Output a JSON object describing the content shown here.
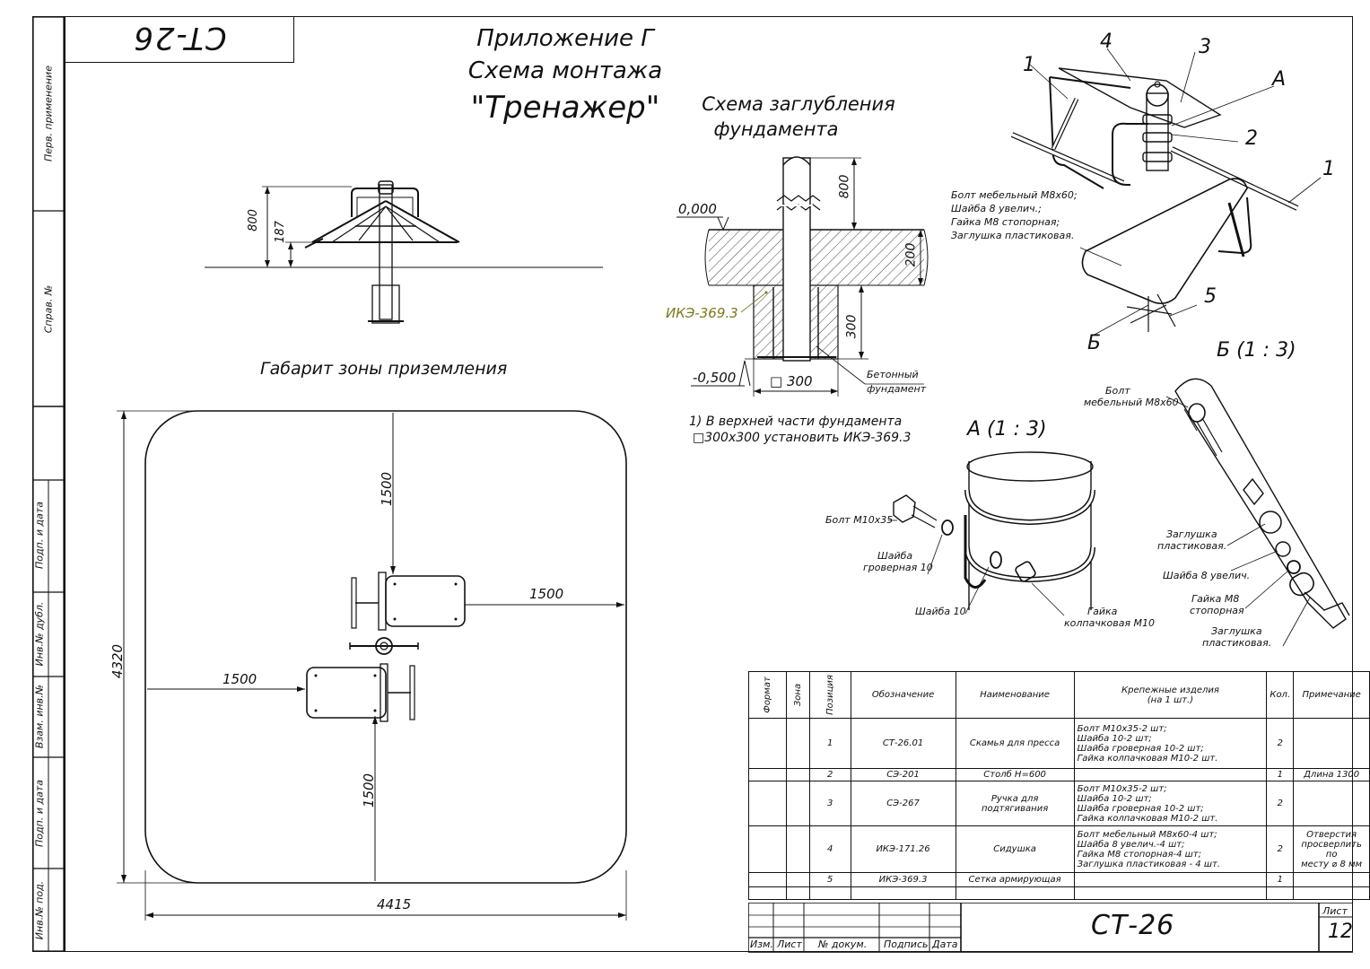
{
  "doc": {
    "code_rotated": "CT-26",
    "title_line1": "Приложение Г",
    "title_line2": "Схема монтажа",
    "title_line3": "\"Тренажер\""
  },
  "strip": {
    "perv_primenenie": "Перв. применение",
    "sprav_no": "Справ. №",
    "podp_data_1": "Подп. и дата",
    "inv_dubl": "Инв.№ дубл.",
    "vzam_inv": "Взам. инв.№",
    "podp_data_2": "Подп. и дата",
    "inv_pod": "Инв.№ под."
  },
  "side_view": {
    "dim_800": "800",
    "dim_187": "187"
  },
  "landing": {
    "title": "Габарит зоны приземления",
    "dim_1500_top": "1500",
    "dim_1500_right": "1500",
    "dim_1500_left": "1500",
    "dim_1500_bottom": "1500",
    "dim_4320": "4320",
    "dim_4415": "4415"
  },
  "foundation": {
    "title_line1": "Схема заглубления",
    "title_line2": "фундамента",
    "level_top": "0,000",
    "level_bottom": "-0,500",
    "dim_800": "800",
    "dim_200": "200",
    "dim_300": "300",
    "dim_sq300": "□ 300",
    "ike_label": "ИКЭ-369.3",
    "concrete_line1": "Бетонный",
    "concrete_line2": "фундамент",
    "note_line1": "1) В верхней части фундамента",
    "note_line2": "□300x300 установить ИКЭ-369.3"
  },
  "iso": {
    "pos1a": "1",
    "pos4": "4",
    "pos3": "3",
    "posA": "А",
    "pos2": "2",
    "pos1b": "1",
    "pos5": "5",
    "posB": "Б",
    "bolts_line1": "Болт мебельный М8х60;",
    "bolts_line2": "Шайба 8 увелич.;",
    "bolts_line3": "Гайка М8 стопорная;",
    "bolts_line4": "Заглушка пластиковая.",
    "detail_b_title": "Б   (1 : 3)"
  },
  "detail_a": {
    "title": "А   (1 : 3)",
    "bolt": "Болт  М10х35",
    "washer_grover_1": "Шайба",
    "washer_grover_2": "гроверная 10",
    "washer10": "Шайба 10",
    "nut_1": "Гайка",
    "nut_2": "колпачковая М10"
  },
  "detail_b": {
    "bolt_1": "Болт",
    "bolt_2": "мебельный М8х60",
    "cap1_1": "Заглушка",
    "cap1_2": "пластиковая.",
    "washer": "Шайба 8 увелич.",
    "nut_1": "Гайка М8",
    "nut_2": "стопорная",
    "cap2_1": "Заглушка",
    "cap2_2": "пластиковая."
  },
  "spec": {
    "headers": {
      "format": "Формат",
      "zone": "Зона",
      "pos": "Позиция",
      "designation": "Обозначение",
      "name": "Наименование",
      "fasteners_1": "Крепежные изделия",
      "fasteners_2": "(на 1 шт.)",
      "qty": "Кол.",
      "note": "Примечание"
    },
    "rows": [
      {
        "pos": "1",
        "des": "СТ-26.01",
        "name": "Скамья для пресса",
        "f1": "Болт  М10х35-2 шт;",
        "f2": "Шайба 10-2 шт;",
        "f3": "Шайба гроверная 10-2 шт;",
        "f4": "Гайка колпачковая М10-2 шт.",
        "qty": "2",
        "note1": "",
        "note2": "",
        "note3": ""
      },
      {
        "pos": "2",
        "des": "СЭ-201",
        "name": "Столб Н=600",
        "f1": "",
        "f2": "",
        "f3": "",
        "f4": "",
        "qty": "1",
        "note1": "Длина 1300",
        "note2": "",
        "note3": ""
      },
      {
        "pos": "3",
        "des": "СЭ-267",
        "name": "Ручка для подтягивания",
        "f1": "Болт  М10х35-2 шт;",
        "f2": "Шайба 10-2 шт;",
        "f3": "Шайба гроверная 10-2 шт;",
        "f4": "Гайка колпачковая М10-2 шт.",
        "qty": "2",
        "note1": "",
        "note2": "",
        "note3": ""
      },
      {
        "pos": "4",
        "des": "ИКЭ-171.26",
        "name": "Сидушка",
        "f1": "Болт мебельный М8х60-4 шт;",
        "f2": "Шайба 8 увелич.-4 шт;",
        "f3": "Гайка М8 стопорная-4 шт;",
        "f4": "Заглушка пластиковая - 4 шт.",
        "qty": "2",
        "note1": "Отверстия",
        "note2": "просверлить по",
        "note3": "месту ⌀ 8 мм"
      },
      {
        "pos": "5",
        "des": "ИКЭ-369.3",
        "name": "Сетка армирующая",
        "f1": "",
        "f2": "",
        "f3": "",
        "f4": "",
        "qty": "1",
        "note1": "",
        "note2": "",
        "note3": ""
      }
    ]
  },
  "titleblock": {
    "izm": "Изм.",
    "list": "Лист",
    "no_dokum": "№ докум.",
    "podpis": "Подпись",
    "data": "Дата",
    "code": "СТ-26",
    "list_label": "Лист",
    "sheet_no": "12"
  },
  "colors": {
    "ink": "#111111",
    "ike_label": "#7a7a1a"
  }
}
